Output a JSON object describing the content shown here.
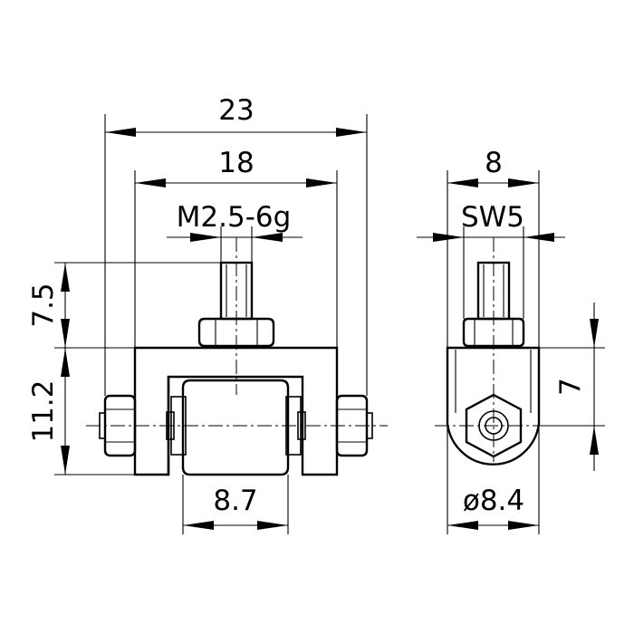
{
  "dimensions": {
    "width_total": "23",
    "width_inner": "18",
    "thread": "M2.5-6g",
    "height_top": "7.5",
    "height_body": "11.2",
    "roller_width": "8.7",
    "side_width": "8",
    "wrench_size": "SW5",
    "side_height": "7",
    "diameter": "ø8.4"
  }
}
